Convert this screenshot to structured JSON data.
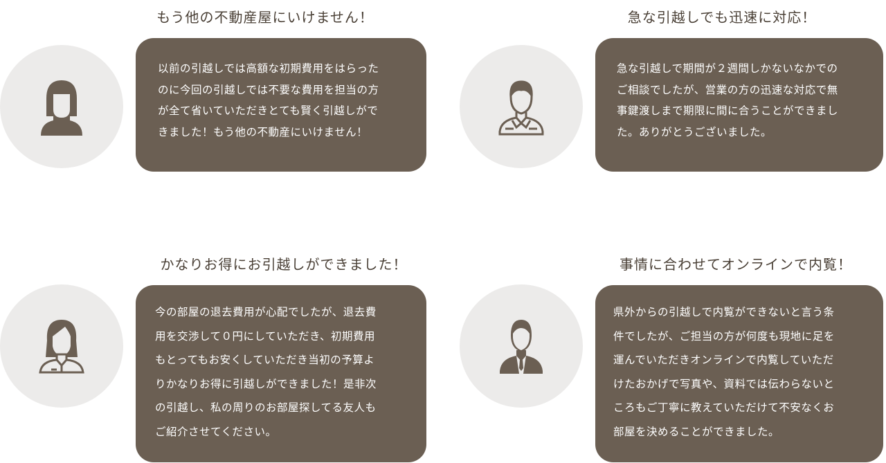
{
  "testimonials": [
    {
      "title": "もう他の不動産屋にいけません！",
      "avatar": "woman-short-hair-icon",
      "text": "以前の引越しでは高額な初期費用をはらった\nのに今回の引越しでは不要な費用を担当の方\nが全て省いていただきとても賢く引越しがで\nきました！もう他の不動産にいけません！"
    },
    {
      "title": "急な引越しでも迅速に対応！",
      "avatar": "man-collar-shirt-icon",
      "text": "急な引越しで期間が２週間しかないなかでの\nご相談でしたが、営業の方の迅速な対応で無\n事鍵渡しまで期限に間に合うことができまし\nた。ありがとうございました。"
    },
    {
      "title": "かなりお得にお引越しができました！",
      "avatar": "woman-long-hair-icon",
      "text": "今の部屋の退去費用が心配でしたが、退去費\n用を交渉して０円にしていただき、初期費用\nもとってもお安くしていただき当初の予算よ\nりかなりお得に引越しができました！是非次\nの引越し、私の周りのお部屋探してる友人も\nご紹介させてください。"
    },
    {
      "title": "事情に合わせてオンラインで内覧！",
      "avatar": "man-suit-tie-icon",
      "text": "県外からの引越しで内覧ができないと言う条\n件でしたが、ご担当の方が何度も現地に足を\n運んでいただきオンラインで内覧していただ\nけたおかげで写真や、資料では伝わらないと\nころもご丁寧に教えていただけて不安なくお\n部屋を決めることができました。"
    }
  ],
  "colors": {
    "bubble": "#6b5f53",
    "circle": "#ecebea",
    "title": "#4a4036"
  }
}
